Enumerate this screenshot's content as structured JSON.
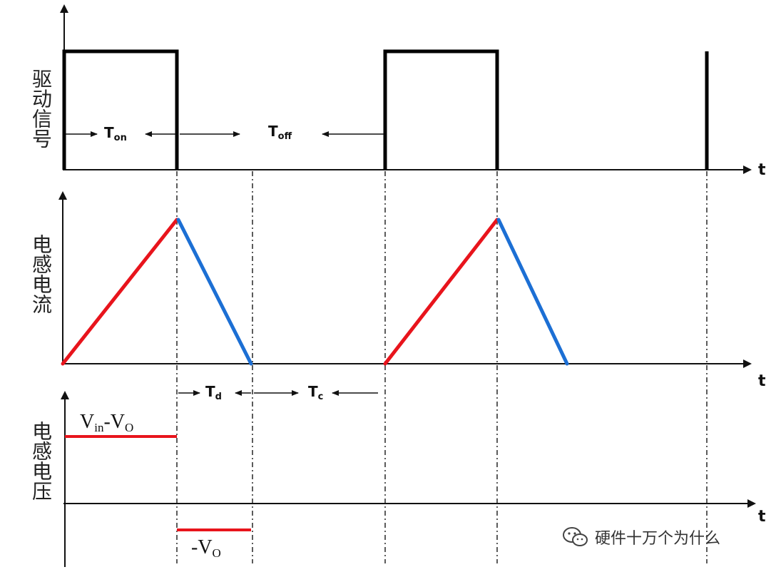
{
  "panels": {
    "drive": {
      "ylabel": "驱动信号",
      "axis_label": "t"
    },
    "current": {
      "ylabel": "电感电流",
      "axis_label": "t"
    },
    "voltage": {
      "ylabel": "电感电压",
      "axis_label": "t"
    }
  },
  "intervals": {
    "on": {
      "main": "T",
      "sub": "on"
    },
    "off": {
      "main": "T",
      "sub": "off"
    },
    "d": {
      "main": "T",
      "sub": "d"
    },
    "c": {
      "main": "T",
      "sub": "c"
    }
  },
  "voltage_levels": {
    "positive": {
      "v1": "V",
      "sub1": "in",
      "mid": "-V",
      "sub2": "O"
    },
    "negative": {
      "pre": "-V",
      "sub": "O"
    }
  },
  "watermark": {
    "icon": "wechat-icon",
    "text": "硬件十万个为什么"
  },
  "colors": {
    "rising": "#e8141c",
    "falling": "#1c6fd4",
    "signal": "#000000",
    "axis": "#111111"
  }
}
